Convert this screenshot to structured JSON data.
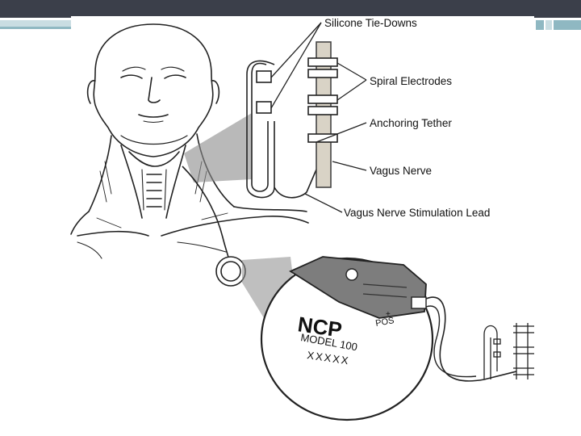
{
  "slide": {
    "theme_colors": {
      "bar": "#3b3f4a",
      "accent": "#8fb8c2",
      "accent_light": "#c9dde2"
    }
  },
  "figure": {
    "labels": {
      "tie_downs": "Silicone Tie-Downs",
      "electrodes": "Spiral Electrodes",
      "tether": "Anchoring Tether",
      "nerve": "Vagus Nerve",
      "lead": "Vagus Nerve Stimulation Lead"
    },
    "device": {
      "brand": "NCP",
      "model": "MODEL 100",
      "serial": "XXXXX",
      "polarity": "POS",
      "plus_sign": "+"
    }
  }
}
